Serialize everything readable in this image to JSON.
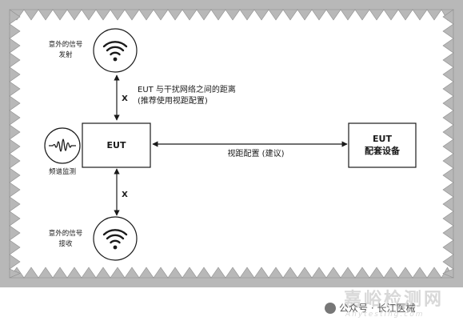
{
  "eut": {
    "label": "EUT"
  },
  "support": {
    "line1": "EUT",
    "line2": "配套设备"
  },
  "signal_top": {
    "line1": "意外的信号",
    "line2": "发射"
  },
  "signal_bottom": {
    "line1": "意外的信号",
    "line2": "接收"
  },
  "spectrum": {
    "label": "频谱监测"
  },
  "distance": {
    "line1": "EUT 与干扰网络之间的距离",
    "line2": "(推荐使用视距配置)"
  },
  "x_top": "X",
  "x_bottom": "X",
  "los": {
    "label": "视距配置 (建议)"
  },
  "watermark": {
    "brand": "嘉峪检测网",
    "account": "公众号 · 长江医械",
    "en": "Anytesting.com"
  },
  "colors": {
    "absorber": "#b8b8b8",
    "absorber_edge": "#8c8c8c",
    "line": "#1a1a1a"
  }
}
